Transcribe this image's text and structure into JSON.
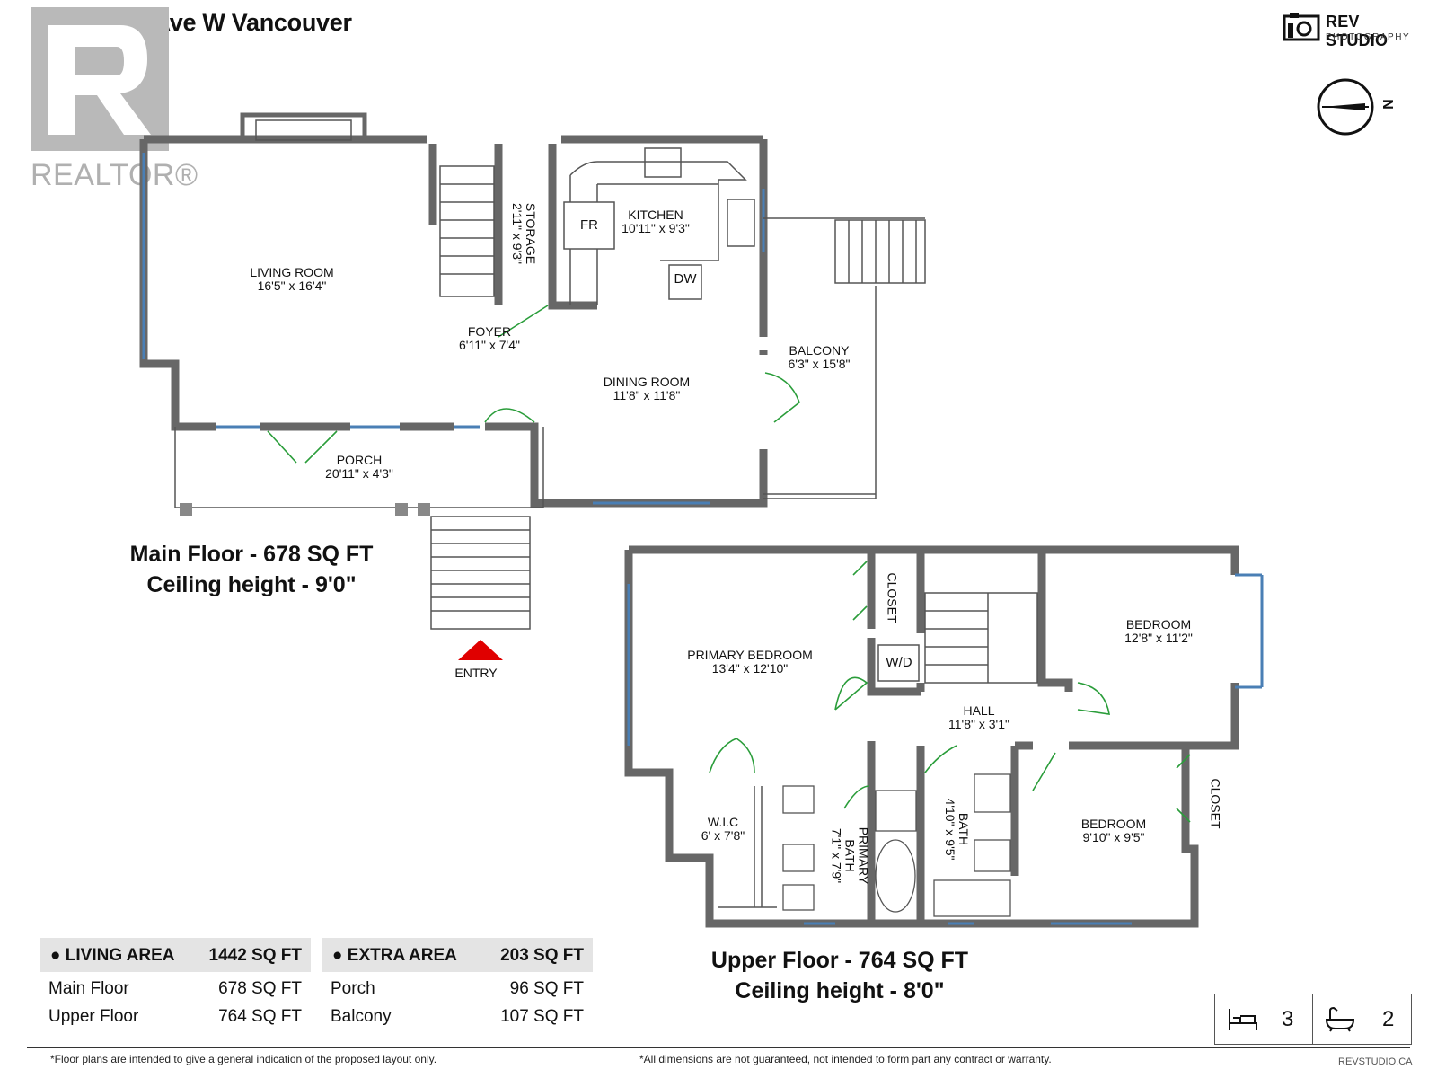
{
  "title": "2459 39th Ave W Vancouver",
  "brand": {
    "name": "REV STUDIO",
    "tagline": "PHOTOGRAPHY",
    "url": "REVSTUDIO.CA"
  },
  "watermark": {
    "text": "REALTOR®"
  },
  "compass": {
    "label": "N"
  },
  "main_floor": {
    "area_label": "Main Floor - 678 SQ FT",
    "ceiling_label": "Ceiling height - 9'0\"",
    "entry_label": "ENTRY",
    "rooms": {
      "living_name": "LIVING ROOM",
      "living_dim": "16'5\" x 16'4\"",
      "storage_name": "STORAGE",
      "storage_dim": "2'11\" x 9'3\"",
      "kitchen_name": "KITCHEN",
      "kitchen_dim": "10'11\" x 9'3\"",
      "fr": "FR",
      "dw": "DW",
      "foyer_name": "FOYER",
      "foyer_dim": "6'11\" x 7'4\"",
      "dining_name": "DINING ROOM",
      "dining_dim": "11'8\" x 11'8\"",
      "balcony_name": "BALCONY",
      "balcony_dim": "6'3\" x 15'8\"",
      "porch_name": "PORCH",
      "porch_dim": "20'11\" x 4'3\""
    }
  },
  "upper_floor": {
    "area_label": "Upper Floor - 764 SQ FT",
    "ceiling_label": "Ceiling height - 8'0\"",
    "rooms": {
      "primary_name": "PRIMARY BEDROOM",
      "primary_dim": "13'4\" x 12'10\"",
      "closet1": "CLOSET",
      "wd": "W/D",
      "bed1_name": "BEDROOM",
      "bed1_dim": "12'8\" x 11'2\"",
      "hall_name": "HALL",
      "hall_dim": "11'8\" x 3'1\"",
      "wic_name": "W.I.C",
      "wic_dim": "6' x 7'8\"",
      "pbath_name": "PRIMARY BATH",
      "pbath_dim": "7'1\" x 7'9\"",
      "bath_name": "BATH",
      "bath_dim": "4'10\" x 9'5\"",
      "bed2_name": "BEDROOM",
      "bed2_dim": "9'10\" x 9'5\"",
      "closet2": "CLOSET"
    }
  },
  "living_area": {
    "header": "LIVING AREA",
    "total": "1442 SQ FT",
    "rows": [
      {
        "label": "Main Floor",
        "value": "678 SQ FT"
      },
      {
        "label": "Upper Floor",
        "value": "764 SQ FT"
      }
    ]
  },
  "extra_area": {
    "header": "EXTRA AREA",
    "total": "203 SQ FT",
    "rows": [
      {
        "label": "Porch",
        "value": "96 SQ FT"
      },
      {
        "label": "Balcony",
        "value": "107 SQ FT"
      }
    ]
  },
  "summary": {
    "bedrooms": "3",
    "bathrooms": "2"
  },
  "footnotes": {
    "left": "*Floor plans are intended to give a general indication of the proposed layout only.",
    "right": "*All dimensions are not guaranteed, not intended to form part any contract or warranty."
  }
}
